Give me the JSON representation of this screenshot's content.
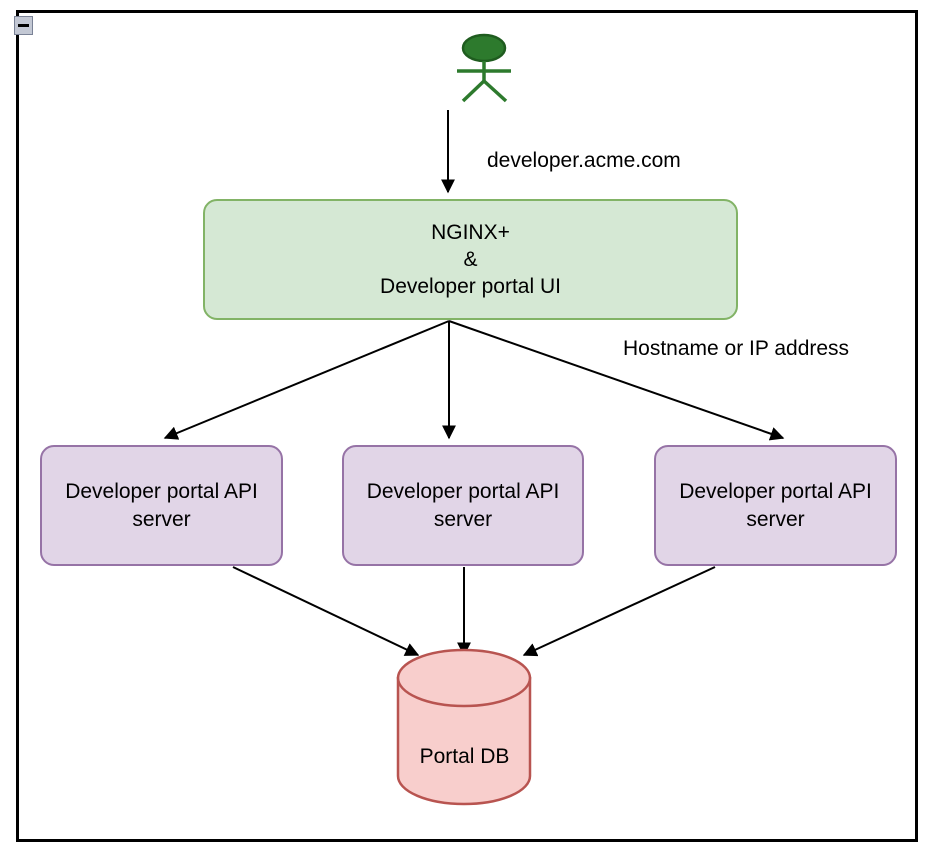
{
  "diagram": {
    "frame": {
      "collapse_icon": "minimize-icon"
    },
    "colors": {
      "green_fill": "#d5e8d4",
      "green_stroke": "#82b366",
      "purple_fill": "#e1d5e7",
      "purple_stroke": "#9673a6",
      "pink_fill": "#f8cecc",
      "pink_stroke": "#b85450",
      "actor_color": "#2d7a2d",
      "edge_color": "#000000",
      "frame_color": "#000000"
    },
    "actor": {
      "name": "user-actor",
      "icon": "stick-figure-icon"
    },
    "nodes": [
      {
        "id": "nginx",
        "label": "NGINX+\n&\nDeveloper portal UI",
        "shape": "rounded-rect",
        "style": "green"
      },
      {
        "id": "api-1",
        "label": "Developer portal API server",
        "shape": "rounded-rect",
        "style": "purple"
      },
      {
        "id": "api-2",
        "label": "Developer portal API server",
        "shape": "rounded-rect",
        "style": "purple"
      },
      {
        "id": "api-3",
        "label": "Developer portal API server",
        "shape": "rounded-rect",
        "style": "purple"
      },
      {
        "id": "db",
        "label": "Portal DB",
        "shape": "cylinder",
        "style": "pink"
      }
    ],
    "edge_labels": [
      {
        "id": "domain",
        "text": "developer.acme.com"
      },
      {
        "id": "host-ip",
        "text": "Hostname or IP address"
      }
    ],
    "edges": [
      {
        "from": "actor",
        "to": "nginx",
        "label": "developer.acme.com"
      },
      {
        "from": "nginx",
        "to": "api-1",
        "label": "Hostname or IP address"
      },
      {
        "from": "nginx",
        "to": "api-2",
        "label": "Hostname or IP address"
      },
      {
        "from": "nginx",
        "to": "api-3",
        "label": "Hostname or IP address"
      },
      {
        "from": "api-1",
        "to": "db",
        "label": ""
      },
      {
        "from": "api-2",
        "to": "db",
        "label": ""
      },
      {
        "from": "api-3",
        "to": "db",
        "label": ""
      }
    ]
  }
}
